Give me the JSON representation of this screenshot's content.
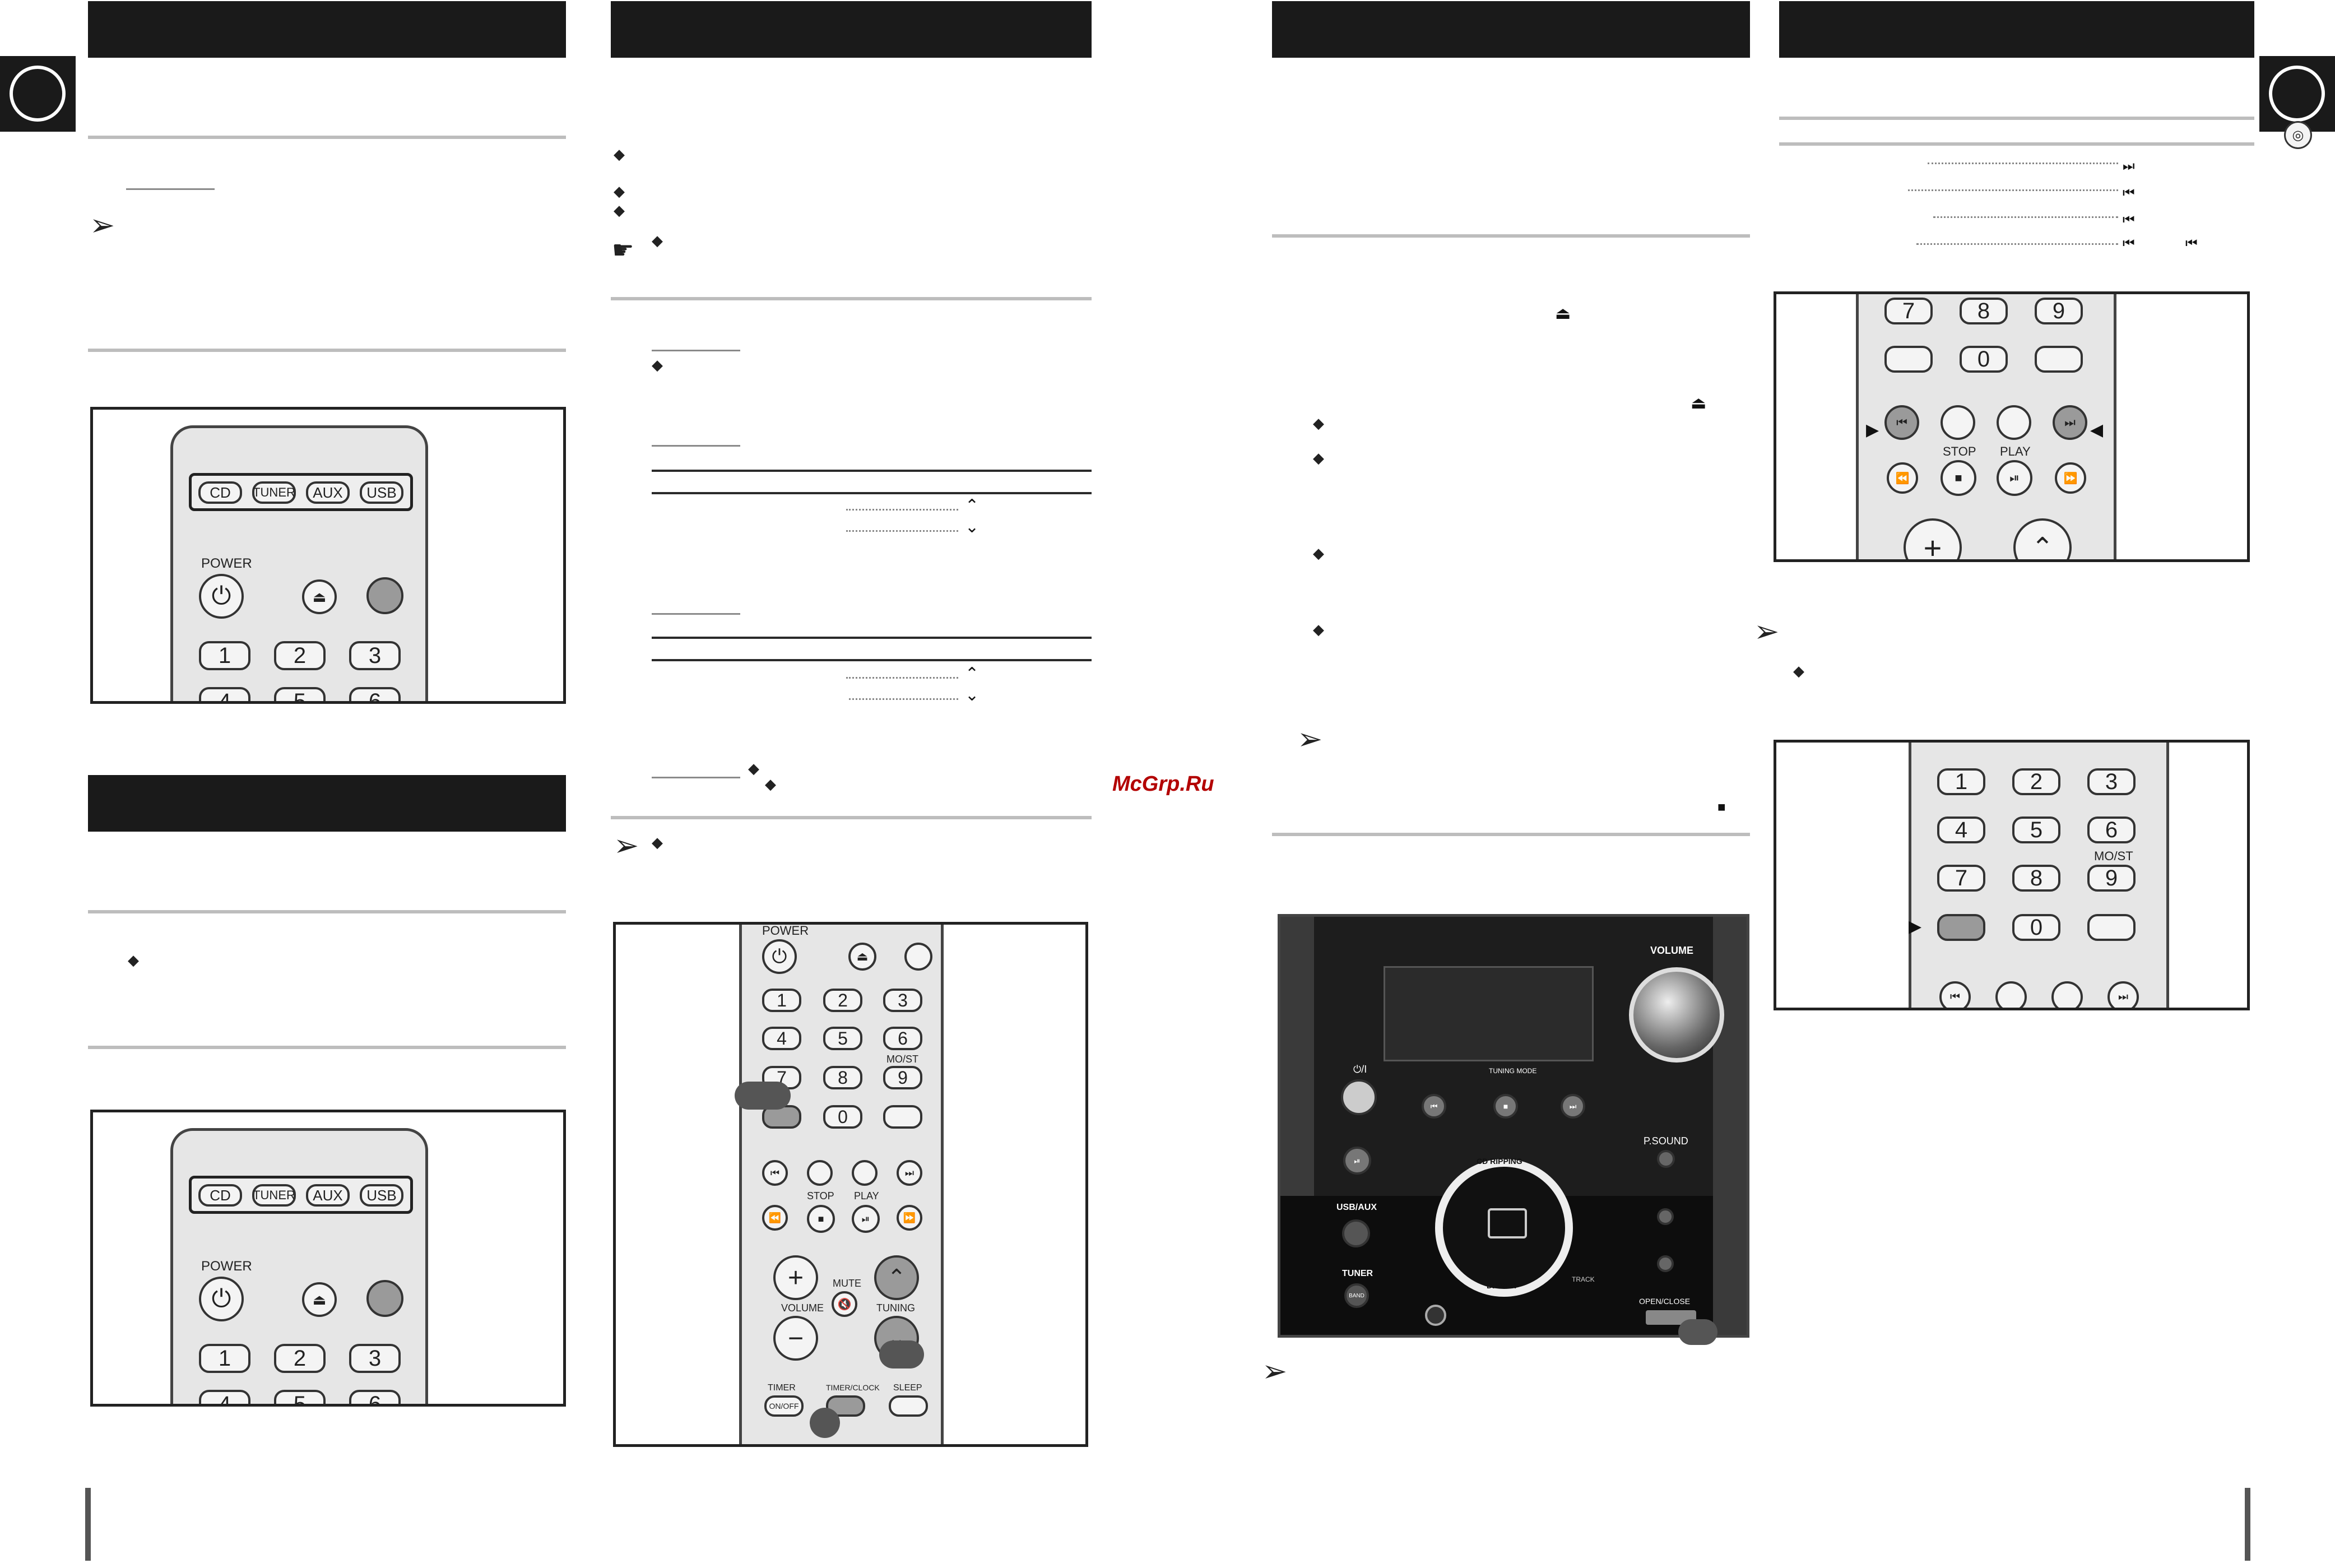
{
  "watermark": "McGrp.Ru",
  "remote_labels": {
    "cd": "CD",
    "tuner": "TUNER",
    "aux": "AUX",
    "usb": "USB",
    "power": "POWER",
    "digits": [
      "1",
      "2",
      "3",
      "4",
      "5",
      "6",
      "7",
      "8",
      "9",
      "0"
    ],
    "stop": "STOP",
    "play": "PLAY",
    "mo_st": "MO/ST",
    "mute": "MUTE",
    "volume": "VOLUME",
    "tuning": "TUNING",
    "timer": "TIMER",
    "timer_clock": "TIMER/CLOCK",
    "sleep": "SLEEP",
    "on_off": "ON/OFF"
  },
  "unit_labels": {
    "volume": "VOLUME",
    "tuning_mode": "TUNING MODE",
    "psound": "P.SOUND",
    "usb_aux": "USB/AUX",
    "tuner": "TUNER",
    "band": "BAND",
    "cd_ripping": "CD RIPPING",
    "driver": "DRIVER",
    "track": "TRACK",
    "open_close": "OPEN/CLOSE",
    "power_symbol": "⏻/I"
  },
  "colors": {
    "header_bar": "#1a1a1a",
    "watermark": "#b30000",
    "rule": "#bdbdbd"
  }
}
